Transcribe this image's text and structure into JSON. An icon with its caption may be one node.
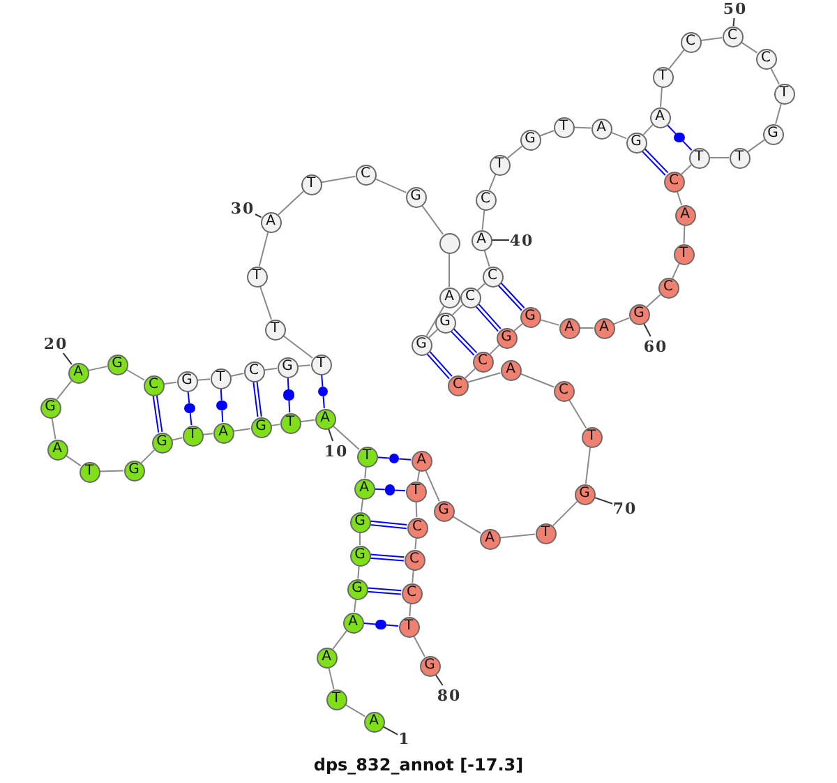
{
  "diagram": {
    "caption": "dps_832_annot [-17.3]",
    "nodes": [
      {
        "text": [
          "A"
        ]
      },
      {
        "text": [
          "T"
        ]
      },
      {
        "text": [
          "A"
        ]
      },
      {
        "text": [
          "A"
        ]
      },
      {
        "text": [
          "G"
        ]
      },
      {
        "text": [
          "G"
        ]
      },
      {
        "text": [
          "G"
        ]
      },
      {
        "text": [
          "A"
        ]
      },
      {
        "text": [
          "T"
        ]
      },
      {
        "text": [
          "A"
        ]
      },
      {
        "text": [
          "T"
        ]
      },
      {
        "text": [
          "G"
        ]
      },
      {
        "text": [
          "A"
        ]
      },
      {
        "text": [
          "T"
        ]
      },
      {
        "text": [
          "G"
        ]
      },
      {
        "text": [
          "G"
        ]
      },
      {
        "text": [
          "T"
        ]
      },
      {
        "text": [
          "A"
        ]
      },
      {
        "text": [
          "G"
        ]
      },
      {
        "text": [
          "A"
        ]
      },
      {
        "text": [
          "G"
        ]
      },
      {
        "text": [
          "C"
        ]
      },
      {
        "text": [
          "G"
        ]
      },
      {
        "text": [
          "T"
        ]
      },
      {
        "text": [
          "C"
        ]
      },
      {
        "text": [
          "G"
        ]
      },
      {
        "text": [
          "T"
        ]
      },
      {
        "text": [
          "T"
        ]
      },
      {
        "text": [
          "T"
        ]
      },
      {
        "text": [
          "A"
        ]
      },
      {
        "text": [
          "T"
        ]
      },
      {
        "text": [
          "C"
        ]
      },
      {
        "text": [
          "G"
        ]
      },
      {
        "text": [],
        "shape": "circle"
      },
      {
        "text": [
          "A"
        ]
      },
      {
        "text": [
          "G"
        ]
      },
      {
        "text": [
          "G"
        ]
      },
      {
        "text": [
          "C"
        ]
      },
      {
        "text": [
          "C"
        ]
      },
      {
        "text": [
          "A"
        ]
      },
      {
        "text": [
          "C"
        ]
      },
      {
        "text": [
          "T"
        ]
      },
      {
        "text": [
          "G"
        ]
      },
      {
        "text": [
          "T"
        ]
      },
      {
        "text": [
          "A"
        ]
      },
      {
        "text": [
          "G"
        ]
      },
      {
        "text": [
          "A"
        ]
      },
      {
        "text": [
          "T"
        ]
      },
      {
        "text": [
          "C"
        ]
      },
      {
        "text": [
          "C"
        ]
      },
      {
        "text": [
          "C"
        ]
      },
      {
        "text": [
          "T"
        ]
      },
      {
        "text": [
          "G"
        ]
      },
      {
        "text": [
          "T"
        ]
      },
      {
        "text": [
          "T"
        ]
      },
      {
        "text": [
          "C"
        ]
      },
      {
        "text": [
          "A"
        ]
      },
      {
        "text": [
          "T"
        ]
      },
      {
        "text": [
          "C"
        ]
      },
      {
        "text": [
          "G"
        ]
      },
      {
        "text": [
          "A"
        ]
      },
      {
        "text": [
          "A"
        ]
      },
      {
        "text": [
          "G"
        ]
      },
      {
        "text": [
          "G"
        ]
      },
      {
        "text": [
          "C"
        ]
      },
      {
        "text": [
          "C"
        ]
      },
      {
        "text": [
          "A"
        ]
      },
      {
        "text": [
          "C"
        ]
      },
      {
        "text": [
          "T"
        ]
      },
      {
        "text": [
          "G"
        ]
      },
      {
        "text": [
          "T"
        ]
      },
      {
        "text": [
          "A"
        ]
      },
      {
        "text": [
          "G"
        ]
      },
      {
        "text": [
          "A"
        ]
      },
      {
        "text": [
          "T"
        ]
      },
      {
        "text": [
          "C"
        ]
      },
      {
        "text": [
          "C"
        ]
      },
      {
        "text": [
          "C"
        ]
      },
      {
        "text": [
          "T"
        ]
      },
      {
        "text": [
          "G"
        ]
      },
      {
        "text": [
          "10"
        ]
      },
      {
        "text": [
          "20"
        ]
      },
      {
        "text": [
          "30"
        ]
      },
      {
        "text": [
          "40"
        ]
      },
      {
        "text": [
          "50"
        ]
      },
      {
        "text": [
          "60"
        ]
      },
      {
        "text": [
          "70"
        ]
      },
      {
        "text": [
          "80"
        ]
      },
      {
        "text": [
          "1"
        ]
      },
      {
        "text": [],
        "shape": "circle"
      },
      {
        "text": [],
        "shape": "circle"
      },
      {
        "text": [],
        "shape": "circle"
      },
      {
        "text": [],
        "shape": "circle"
      },
      {
        "text": [],
        "shape": "circle"
      },
      {
        "text": [],
        "shape": "circle"
      },
      {
        "text": [],
        "shape": "circle"
      },
      {
        "text": [],
        "shape": "circle"
      }
    ],
    "edges": [
      {
        "from": 0,
        "to": 1,
        "arrow": "none"
      },
      {
        "from": 1,
        "to": 2,
        "arrow": "none"
      },
      {
        "from": 2,
        "to": 3,
        "arrow": "none"
      },
      {
        "from": 3,
        "to": 4,
        "arrow": "none"
      },
      {
        "from": 4,
        "to": 5,
        "arrow": "none"
      },
      {
        "from": 5,
        "to": 6,
        "arrow": "none"
      },
      {
        "from": 6,
        "to": 7,
        "arrow": "none"
      },
      {
        "from": 7,
        "to": 8,
        "arrow": "none"
      },
      {
        "from": 8,
        "to": 9,
        "arrow": "none"
      },
      {
        "from": 9,
        "to": 10,
        "arrow": "none"
      },
      {
        "from": 10,
        "to": 11,
        "arrow": "none"
      },
      {
        "from": 11,
        "to": 12,
        "arrow": "none"
      },
      {
        "from": 12,
        "to": 13,
        "arrow": "none"
      },
      {
        "from": 13,
        "to": 14,
        "arrow": "none"
      },
      {
        "from": 14,
        "to": 15,
        "arrow": "none"
      },
      {
        "from": 15,
        "to": 16,
        "arrow": "none"
      },
      {
        "from": 16,
        "to": 17,
        "arrow": "none"
      },
      {
        "from": 17,
        "to": 18,
        "arrow": "none"
      },
      {
        "from": 18,
        "to": 19,
        "arrow": "none"
      },
      {
        "from": 19,
        "to": 20,
        "arrow": "none"
      },
      {
        "from": 20,
        "to": 21,
        "arrow": "none"
      },
      {
        "from": 21,
        "to": 22,
        "arrow": "none"
      },
      {
        "from": 22,
        "to": 23,
        "arrow": "none"
      },
      {
        "from": 23,
        "to": 24,
        "arrow": "none"
      },
      {
        "from": 24,
        "to": 25,
        "arrow": "none"
      },
      {
        "from": 25,
        "to": 26,
        "arrow": "none"
      },
      {
        "from": 26,
        "to": 27,
        "arrow": "none"
      },
      {
        "from": 27,
        "to": 28,
        "arrow": "none"
      },
      {
        "from": 28,
        "to": 29,
        "arrow": "none"
      },
      {
        "from": 29,
        "to": 30,
        "arrow": "none"
      },
      {
        "from": 30,
        "to": 31,
        "arrow": "none"
      },
      {
        "from": 31,
        "to": 32,
        "arrow": "none"
      },
      {
        "from": 32,
        "to": 33,
        "arrow": "none"
      },
      {
        "from": 33,
        "to": 34,
        "arrow": "none"
      },
      {
        "from": 34,
        "to": 35,
        "arrow": "none"
      },
      {
        "from": 35,
        "to": 36,
        "arrow": "none"
      },
      {
        "from": 36,
        "to": 37,
        "arrow": "none"
      },
      {
        "from": 37,
        "to": 38,
        "arrow": "none"
      },
      {
        "from": 38,
        "to": 39,
        "arrow": "none"
      },
      {
        "from": 39,
        "to": 40,
        "arrow": "none"
      },
      {
        "from": 40,
        "to": 41,
        "arrow": "none"
      },
      {
        "from": 41,
        "to": 42,
        "arrow": "none"
      },
      {
        "from": 42,
        "to": 43,
        "arrow": "none"
      },
      {
        "from": 43,
        "to": 44,
        "arrow": "none"
      },
      {
        "from": 44,
        "to": 45,
        "arrow": "none"
      },
      {
        "from": 45,
        "to": 46,
        "arrow": "none"
      },
      {
        "from": 46,
        "to": 47,
        "arrow": "none"
      },
      {
        "from": 47,
        "to": 48,
        "arrow": "none"
      },
      {
        "from": 48,
        "to": 49,
        "arrow": "none"
      },
      {
        "from": 49,
        "to": 50,
        "arrow": "none"
      },
      {
        "from": 50,
        "to": 51,
        "arrow": "none"
      },
      {
        "from": 51,
        "to": 52,
        "arrow": "none"
      },
      {
        "from": 52,
        "to": 53,
        "arrow": "none"
      },
      {
        "from": 53,
        "to": 54,
        "arrow": "none"
      },
      {
        "from": 54,
        "to": 55,
        "arrow": "none"
      },
      {
        "from": 55,
        "to": 56,
        "arrow": "none"
      },
      {
        "from": 56,
        "to": 57,
        "arrow": "none"
      },
      {
        "from": 57,
        "to": 58,
        "arrow": "none"
      },
      {
        "from": 58,
        "to": 59,
        "arrow": "none"
      },
      {
        "from": 59,
        "to": 60,
        "arrow": "none"
      },
      {
        "from": 60,
        "to": 61,
        "arrow": "none"
      },
      {
        "from": 61,
        "to": 62,
        "arrow": "none"
      },
      {
        "from": 62,
        "to": 63,
        "arrow": "none"
      },
      {
        "from": 63,
        "to": 64,
        "arrow": "none"
      },
      {
        "from": 64,
        "to": 65,
        "arrow": "none"
      },
      {
        "from": 65,
        "to": 66,
        "arrow": "none"
      },
      {
        "from": 66,
        "to": 67,
        "arrow": "none"
      },
      {
        "from": 67,
        "to": 68,
        "arrow": "none"
      },
      {
        "from": 68,
        "to": 69,
        "arrow": "none"
      },
      {
        "from": 69,
        "to": 70,
        "arrow": "none"
      },
      {
        "from": 70,
        "to": 71,
        "arrow": "none"
      },
      {
        "from": 71,
        "to": 72,
        "arrow": "none"
      },
      {
        "from": 72,
        "to": 73,
        "arrow": "none"
      },
      {
        "from": 73,
        "to": 74,
        "arrow": "none"
      },
      {
        "from": 74,
        "to": 75,
        "arrow": "none"
      },
      {
        "from": 75,
        "to": 76,
        "arrow": "none"
      },
      {
        "from": 76,
        "to": 77,
        "arrow": "none"
      },
      {
        "from": 77,
        "to": 78,
        "arrow": "none"
      },
      {
        "from": 78,
        "to": 79,
        "arrow": "none"
      },
      {
        "from": 4,
        "to": 77,
        "arrow": "none",
        "color": "#0000ff"
      },
      {
        "from": 5,
        "to": 76,
        "arrow": "none",
        "color": "#0000ff"
      },
      {
        "from": 6,
        "to": 75,
        "arrow": "none",
        "color": "#0000ff"
      },
      {
        "from": 11,
        "to": 24,
        "arrow": "none",
        "color": "#0000ff"
      },
      {
        "from": 14,
        "to": 21,
        "arrow": "none",
        "color": "#0000ff"
      },
      {
        "from": 35,
        "to": 65,
        "arrow": "none",
        "color": "#0000ff"
      },
      {
        "from": 36,
        "to": 64,
        "arrow": "none",
        "color": "#0000ff"
      },
      {
        "from": 37,
        "to": 63,
        "arrow": "none",
        "color": "#0000ff"
      },
      {
        "from": 38,
        "to": 62,
        "arrow": "none",
        "color": "#0000ff"
      },
      {
        "from": 45,
        "to": 55,
        "arrow": "none",
        "color": "#0000ff"
      },
      {
        "from": 46,
        "to": 89,
        "arrow": "none",
        "color": "#0000ff"
      },
      {
        "from": 89,
        "to": 54,
        "arrow": "none",
        "color": "#0000ff"
      },
      {
        "from": 9,
        "to": 90,
        "arrow": "none",
        "color": "#0000ff"
      },
      {
        "from": 90,
        "to": 26,
        "arrow": "none",
        "color": "#0000ff"
      },
      {
        "from": 10,
        "to": 91,
        "arrow": "none",
        "color": "#0000ff"
      },
      {
        "from": 91,
        "to": 25,
        "arrow": "none",
        "color": "#0000ff"
      },
      {
        "from": 12,
        "to": 92,
        "arrow": "none",
        "color": "#0000ff"
      },
      {
        "from": 92,
        "to": 23,
        "arrow": "none",
        "color": "#0000ff"
      },
      {
        "from": 13,
        "to": 93,
        "arrow": "none",
        "color": "#0000ff"
      },
      {
        "from": 93,
        "to": 22,
        "arrow": "none",
        "color": "#0000ff"
      },
      {
        "from": 8,
        "to": 94,
        "arrow": "none",
        "color": "#0000ff"
      },
      {
        "from": 94,
        "to": 73,
        "arrow": "none",
        "color": "#0000ff"
      },
      {
        "from": 7,
        "to": 95,
        "arrow": "none",
        "color": "#0000ff"
      },
      {
        "from": 95,
        "to": 74,
        "arrow": "none",
        "color": "#0000ff"
      },
      {
        "from": 3,
        "to": 96,
        "arrow": "none",
        "color": "#0000ff"
      },
      {
        "from": 96,
        "to": 78,
        "arrow": "none",
        "color": "#0000ff"
      },
      {
        "from": 80,
        "to": 9,
        "arrow": "none",
        "color": "#333333"
      },
      {
        "from": 81,
        "to": 19,
        "arrow": "none",
        "color": "#333333"
      },
      {
        "from": 82,
        "to": 29,
        "arrow": "none",
        "color": "#333333"
      },
      {
        "from": 83,
        "to": 39,
        "arrow": "none",
        "color": "#333333"
      },
      {
        "from": 84,
        "to": 49,
        "arrow": "none",
        "color": "#333333"
      },
      {
        "from": 85,
        "to": 59,
        "arrow": "none",
        "color": "#333333"
      },
      {
        "from": 86,
        "to": 69,
        "arrow": "none",
        "color": "#333333"
      },
      {
        "from": 87,
        "to": 79,
        "arrow": "none",
        "color": "#333333"
      },
      {
        "from": 88,
        "to": 0,
        "arrow": "none",
        "color": "#333333"
      }
    ]
  }
}
